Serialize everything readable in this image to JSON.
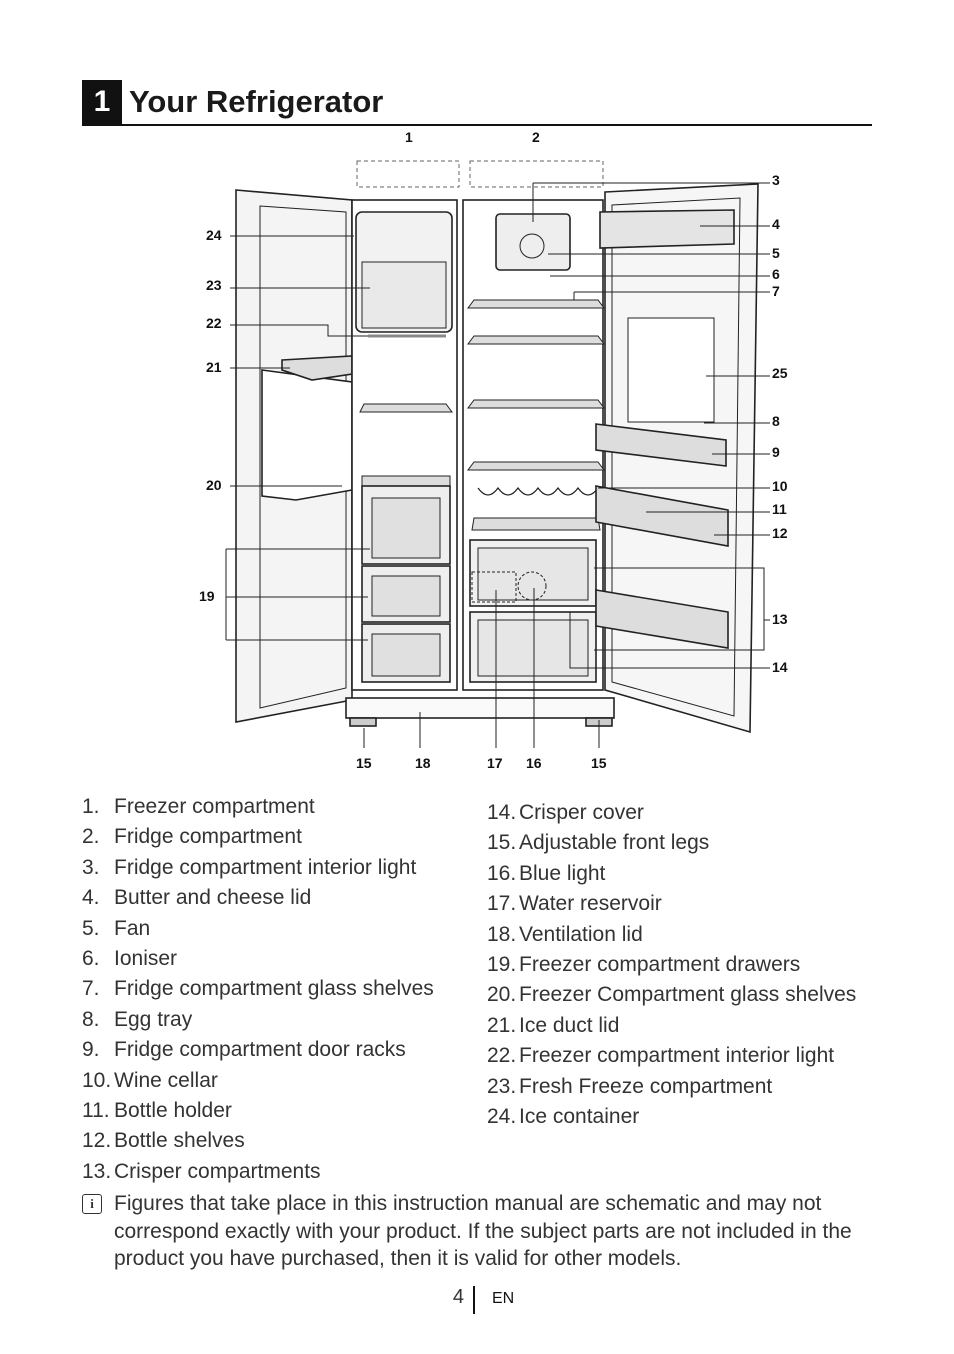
{
  "header": {
    "number": "1",
    "title": "Your Refrigerator"
  },
  "callouts": [
    "1",
    "2",
    "3",
    "4",
    "5",
    "6",
    "7",
    "8",
    "9",
    "10",
    "11",
    "12",
    "13",
    "14",
    "15",
    "16",
    "17",
    "18",
    "19",
    "20",
    "21",
    "22",
    "23",
    "24",
    "25"
  ],
  "parts": [
    {
      "n": "1.",
      "label": "Freezer compartment"
    },
    {
      "n": "2.",
      "label": "Fridge compartment"
    },
    {
      "n": "3.",
      "label": "Fridge compartment interior light"
    },
    {
      "n": "4.",
      "label": "Butter and cheese lid"
    },
    {
      "n": "5.",
      "label": "Fan"
    },
    {
      "n": "6.",
      "label": "Ioniser"
    },
    {
      "n": "7.",
      "label": "Fridge compartment glass shelves"
    },
    {
      "n": "8.",
      "label": "Egg tray"
    },
    {
      "n": "9.",
      "label": "Fridge compartment door racks"
    },
    {
      "n": "10.",
      "label": "Wine cellar"
    },
    {
      "n": "11.",
      "label": "Bottle holder"
    },
    {
      "n": "12.",
      "label": "Bottle shelves"
    },
    {
      "n": "13.",
      "label": "Crisper compartments"
    },
    {
      "n": "14.",
      "label": "Crisper cover"
    },
    {
      "n": "15.",
      "label": "Adjustable front legs"
    },
    {
      "n": "16.",
      "label": "Blue light"
    },
    {
      "n": "17.",
      "label": "Water reservoir"
    },
    {
      "n": "18.",
      "label": "Ventilation lid"
    },
    {
      "n": "19.",
      "label": "Freezer compartment drawers"
    },
    {
      "n": "20.",
      "label": "Freezer Compartment glass shelves"
    },
    {
      "n": "21.",
      "label": "Ice duct lid"
    },
    {
      "n": "22.",
      "label": "Freezer compartment interior light"
    },
    {
      "n": "23.",
      "label": "Fresh Freeze compartment"
    },
    {
      "n": "24.",
      "label": "Ice container"
    }
  ],
  "note": "Figures that take place in this instruction manual are schematic and may not correspond exactly with your product. If the subject parts are not included in the product you have purchased, then it is valid for other models.",
  "note_icon": "info-icon",
  "footer": {
    "page": "4",
    "lang": "EN"
  }
}
